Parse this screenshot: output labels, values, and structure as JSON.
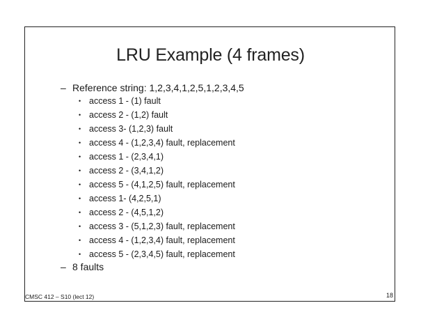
{
  "slide": {
    "title": "LRU Example (4 frames)",
    "reference_string_item": "Reference string: 1,2,3,4,1,2,5,1,2,3,4,5",
    "dash": "–",
    "bullet": "•",
    "accesses": [
      "access 1 - (1)   fault",
      "access 2 - (1,2)  fault",
      "access 3-  (1,2,3)  fault",
      "access 4 - (1,2,3,4)  fault, replacement",
      "access 1 - (2,3,4,1)",
      "access 2 - (3,4,1,2)",
      "access 5 - (4,1,2,5)  fault, replacement",
      "access 1-  (4,2,5,1)",
      "access 2 - (4,5,1,2)",
      "access 3 - (5,1,2,3)  fault, replacement",
      "access 4 - (1,2,3,4)  fault, replacement",
      "access 5 - (2,3,4,5)  fault, replacement"
    ],
    "summary_item": "8 faults"
  },
  "footer": {
    "course": "CMSC 412 – S10  (lect 12)",
    "page_number": "18"
  }
}
